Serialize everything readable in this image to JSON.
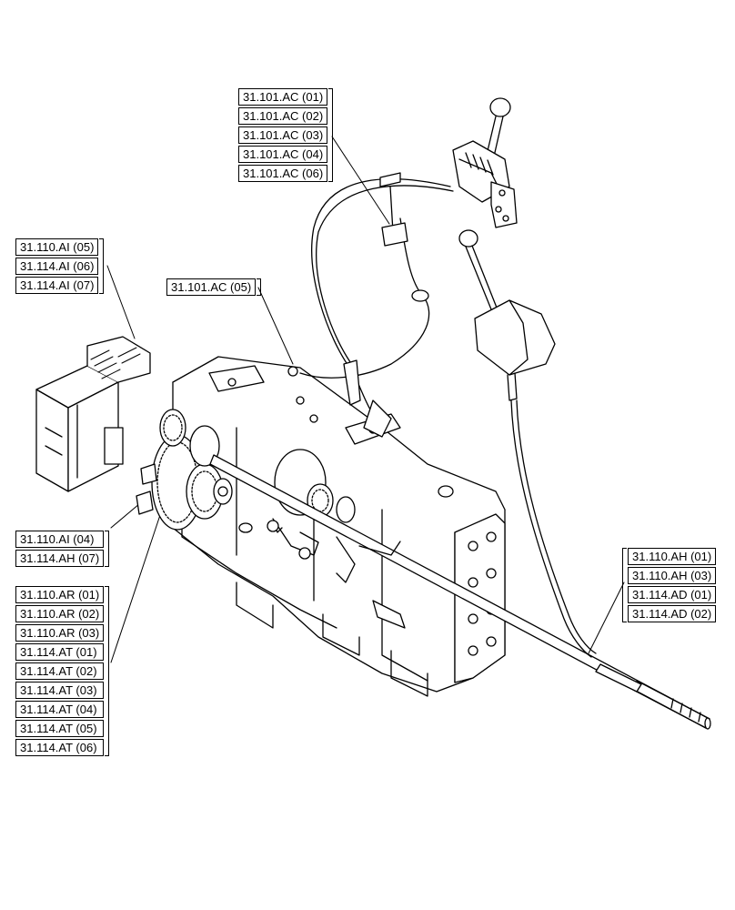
{
  "groups": {
    "top_ac": [
      "31.101.AC (01)",
      "31.101.AC (02)",
      "31.101.AC (03)",
      "31.101.AC (04)",
      "31.101.AC (06)"
    ],
    "left_ai": [
      "31.110.AI (05)",
      "31.114.AI (06)",
      "31.114.AI (07)"
    ],
    "mid_ac": [
      "31.101.AC (05)"
    ],
    "left_ai_ah": [
      "31.110.AI (04)",
      "31.114.AH (07)"
    ],
    "left_ar_at": [
      "31.110.AR (01)",
      "31.110.AR (02)",
      "31.110.AR (03)",
      "31.114.AT (01)",
      "31.114.AT (02)",
      "31.114.AT (03)",
      "31.114.AT (04)",
      "31.114.AT (05)",
      "31.114.AT (06)"
    ],
    "right_ah_ad": [
      "31.110.AH (01)",
      "31.110.AH (03)",
      "31.114.AD (01)",
      "31.114.AD (02)"
    ]
  }
}
